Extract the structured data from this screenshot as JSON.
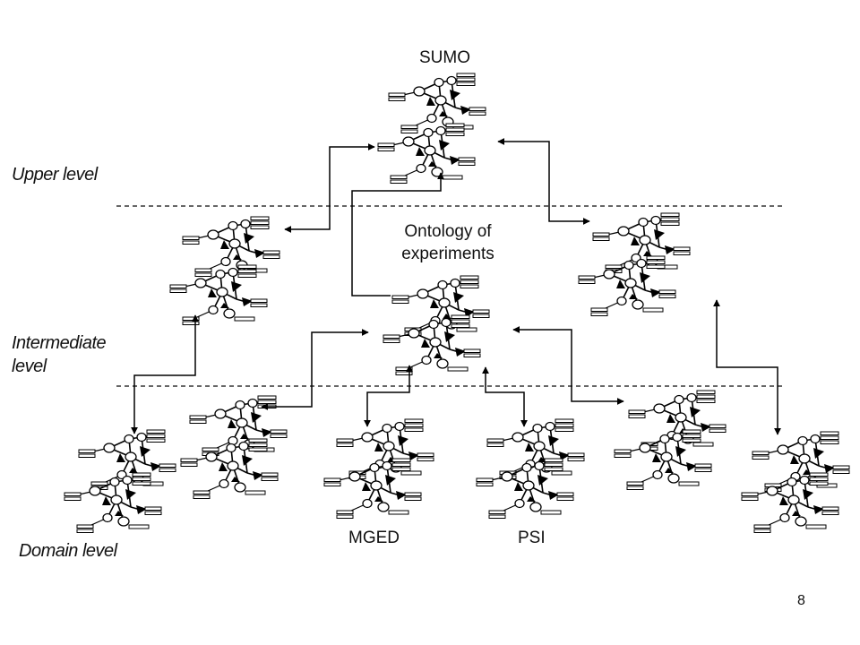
{
  "levels": {
    "upper": "Upper level",
    "intermediate_line1": "Intermediate",
    "intermediate_line2": "level",
    "domain": "Domain level"
  },
  "ontologies": {
    "sumo": "SUMO",
    "experiments_line1": "Ontology of",
    "experiments_line2": "experiments",
    "mged": "MGED",
    "psi": "PSI"
  },
  "page_number": "8"
}
